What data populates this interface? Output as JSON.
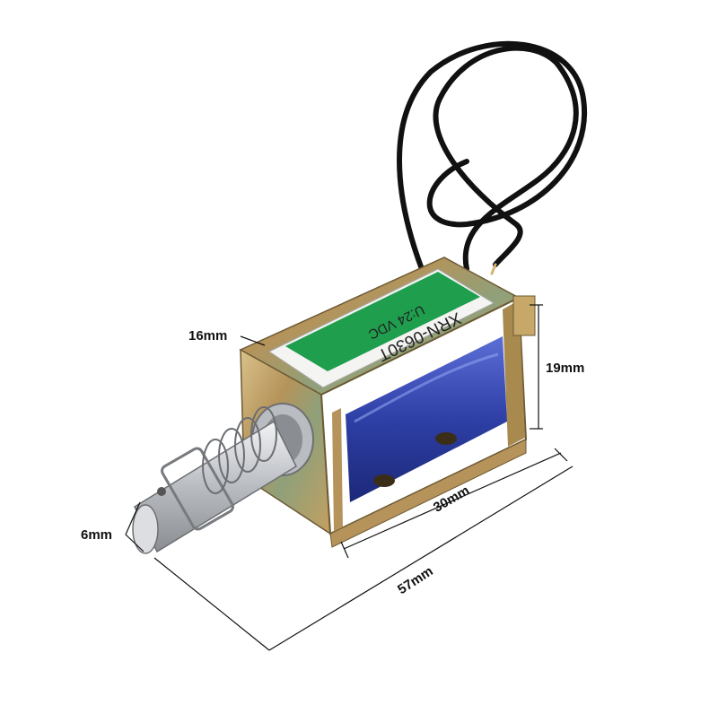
{
  "product": {
    "label_line1": "XRN-0630T",
    "label_line2": "U:24 VDC",
    "icons": [
      "solenoid-body-icon",
      "coil-winding-icon",
      "plunger-icon",
      "spring-icon",
      "lead-wire-icon"
    ],
    "colors": {
      "frame": "#b89a55",
      "coil": "#3344aa",
      "label_green": "#1f9e4e",
      "plunger": "#c9ccd0",
      "wire": "#111111"
    }
  },
  "dimensions": {
    "width": "16mm",
    "height": "19mm",
    "body_length": "30mm",
    "total_length": "57mm",
    "plunger_diameter": "6mm"
  }
}
